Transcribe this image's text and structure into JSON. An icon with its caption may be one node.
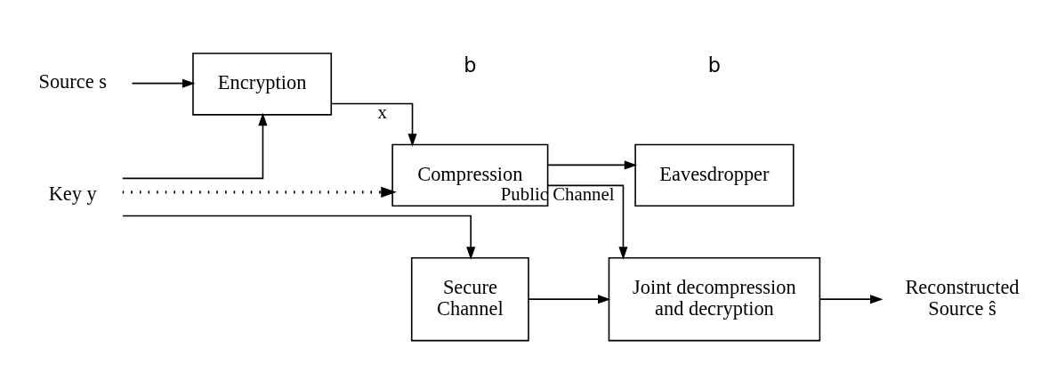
{
  "diagram": {
    "nodes": [
      {
        "text": [
          "Source s"
        ]
      },
      {
        "text": [
          "Encryption"
        ]
      },
      {
        "text": [
          "Compression"
        ]
      },
      {
        "text": [
          "Eavesdropper"
        ]
      },
      {
        "text": [
          "Joint decompression and decryption"
        ]
      },
      {
        "text": [
          "Reconstructed Source ŝ"
        ]
      },
      {
        "text": [
          "Secure Channel"
        ]
      },
      {
        "text": [
          "Key y"
        ]
      }
    ],
    "edges": [
      {
        "from": 0,
        "to": 1,
        "arrow": "to"
      },
      {
        "from": 1,
        "to": 2,
        "arrow": "to",
        "label": "x"
      },
      {
        "from": 2,
        "to": 4,
        "arrow": "to",
        "label": "Public Channel"
      },
      {
        "from": 2,
        "to": 3,
        "arrow": "to"
      },
      {
        "from": 7,
        "to": 1,
        "arrow": "to"
      },
      {
        "from": 7,
        "to": 2,
        "arrow": "to",
        "style": "dashed"
      },
      {
        "from": 7,
        "to": 6,
        "arrow": "to"
      },
      {
        "from": 6,
        "to": 4,
        "arrow": "to"
      },
      {
        "from": 4,
        "to": 5,
        "arrow": "to"
      }
    ],
    "labels": [
      "b",
      "b"
    ]
  }
}
